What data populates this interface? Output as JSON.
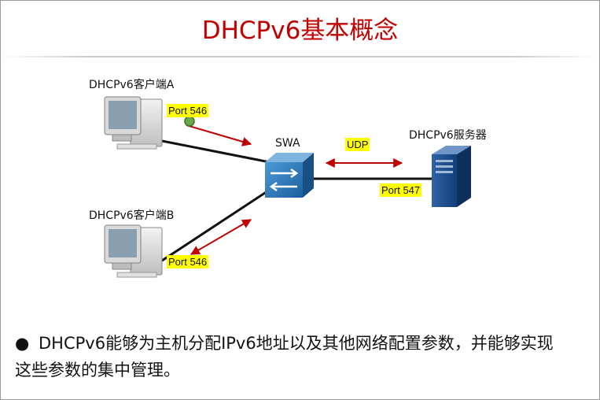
{
  "title": "DHCPv6基本概念",
  "labels": {
    "client_a": "DHCPv6客户端A",
    "client_b": "DHCPv6客户端B",
    "server": "DHCPv6服务器",
    "switch": "SWA",
    "udp": "UDP"
  },
  "ports": {
    "client_a": "Port 546",
    "client_b": "Port 546",
    "server": "Port 547"
  },
  "bullet": {
    "symbol": "●",
    "text_line1": "DHCPv6能够为主机分配IPv6地址以及其他网络配置参数，并能够实现",
    "text_line2": "这些参数的集中管理。"
  },
  "colors": {
    "title": "#c00000",
    "arrow": "#c00000",
    "port_highlight": "#ffff00",
    "switch": "#2f7fc3"
  }
}
